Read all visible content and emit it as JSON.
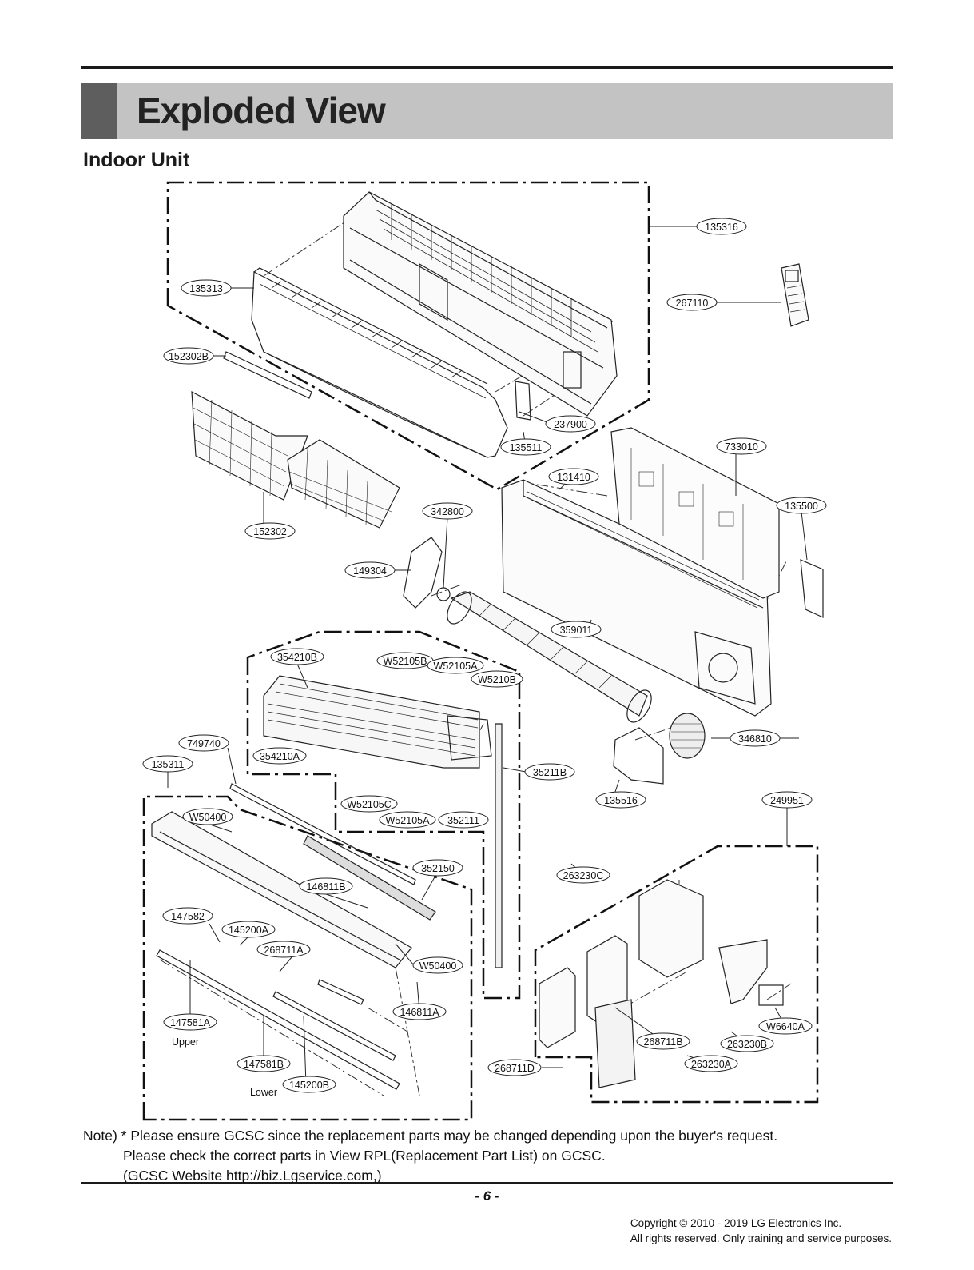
{
  "header": {
    "title": "Exploded View",
    "subtitle": "Indoor Unit"
  },
  "parts": [
    {
      "id": "p1",
      "label": "135316"
    },
    {
      "id": "p2",
      "label": "135313"
    },
    {
      "id": "p3",
      "label": "267110"
    },
    {
      "id": "p4",
      "label": "152302B"
    },
    {
      "id": "p5",
      "label": "237900"
    },
    {
      "id": "p6",
      "label": "135511"
    },
    {
      "id": "p7",
      "label": "733010"
    },
    {
      "id": "p8",
      "label": "131410"
    },
    {
      "id": "p9",
      "label": "135500"
    },
    {
      "id": "p10",
      "label": "342800"
    },
    {
      "id": "p11",
      "label": "152302"
    },
    {
      "id": "p12",
      "label": "149304"
    },
    {
      "id": "p13",
      "label": "359011"
    },
    {
      "id": "p14",
      "label": "354210B"
    },
    {
      "id": "p15",
      "label": "W52105B"
    },
    {
      "id": "p16",
      "label": "W52105A"
    },
    {
      "id": "p17",
      "label": "W5210B"
    },
    {
      "id": "p18",
      "label": "346810"
    },
    {
      "id": "p19",
      "label": "749740"
    },
    {
      "id": "p20",
      "label": "354210A"
    },
    {
      "id": "p21",
      "label": "135311"
    },
    {
      "id": "p22",
      "label": "35211B"
    },
    {
      "id": "p23",
      "label": "135516"
    },
    {
      "id": "p24",
      "label": "249951"
    },
    {
      "id": "p25",
      "label": "W52105C"
    },
    {
      "id": "p26",
      "label": "W50400"
    },
    {
      "id": "p27",
      "label": "W52105A"
    },
    {
      "id": "p28",
      "label": "352111"
    },
    {
      "id": "p29",
      "label": "352150"
    },
    {
      "id": "p30",
      "label": "263230C"
    },
    {
      "id": "p31",
      "label": "146811B"
    },
    {
      "id": "p32",
      "label": "147582"
    },
    {
      "id": "p33",
      "label": "145200A"
    },
    {
      "id": "p34",
      "label": "268711A"
    },
    {
      "id": "p35",
      "label": "W50400"
    },
    {
      "id": "p36",
      "label": "146811A"
    },
    {
      "id": "p37",
      "label": "147581A"
    },
    {
      "id": "p38",
      "label": "W6640A"
    },
    {
      "id": "p39",
      "label": "268711B"
    },
    {
      "id": "p40",
      "label": "263230B"
    },
    {
      "id": "p41",
      "label": "263230A"
    },
    {
      "id": "p42",
      "label": "268711D"
    },
    {
      "id": "p43",
      "label": "147581B"
    },
    {
      "id": "p44",
      "label": "145200B"
    }
  ],
  "captions": {
    "upper": "Upper",
    "lower": "Lower"
  },
  "note": {
    "line1": "Note) * Please ensure GCSC since the replacement parts may be changed depending upon the buyer's request.",
    "line2": "Please check  the correct parts in View RPL(Replacement Part List) on GCSC.",
    "line3": "(GCSC Website  http://biz.Lgservice.com,)"
  },
  "footer": {
    "page": "- 6 -",
    "copyright1": "Copyright © 2010 - 2019 LG Electronics Inc.",
    "copyright2": "All rights reserved. Only training and service purposes."
  }
}
